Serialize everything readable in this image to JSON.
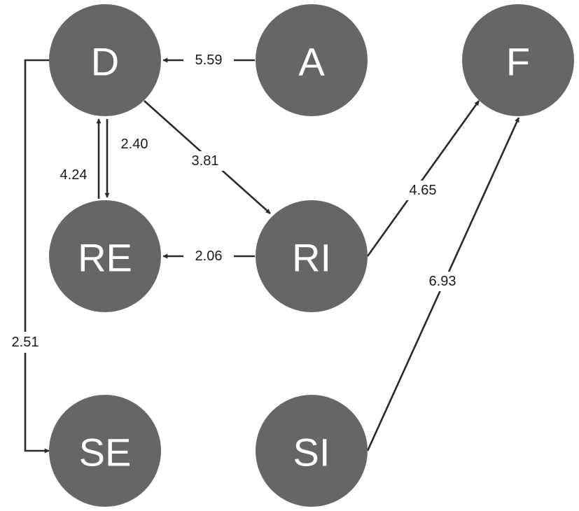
{
  "diagram": {
    "nodes": [
      {
        "id": "D",
        "label": "D"
      },
      {
        "id": "A",
        "label": "A"
      },
      {
        "id": "F",
        "label": "F"
      },
      {
        "id": "RE",
        "label": "RE"
      },
      {
        "id": "RI",
        "label": "RI"
      },
      {
        "id": "SE",
        "label": "SE"
      },
      {
        "id": "SI",
        "label": "SI"
      }
    ],
    "edges": [
      {
        "from": "A",
        "to": "D",
        "weight": "5.59"
      },
      {
        "from": "D",
        "to": "RE",
        "weight": "2.40"
      },
      {
        "from": "RE",
        "to": "D",
        "weight": "4.24"
      },
      {
        "from": "D",
        "to": "RI",
        "weight": "3.81"
      },
      {
        "from": "RI",
        "to": "RE",
        "weight": "2.06"
      },
      {
        "from": "RI",
        "to": "F",
        "weight": "4.65"
      },
      {
        "from": "SI",
        "to": "F",
        "weight": "6.93"
      },
      {
        "from": "D",
        "to": "SE",
        "weight": "2.51"
      }
    ],
    "colors": {
      "node_fill": "#666666",
      "node_text": "#ffffff",
      "edge": "#2a2a2a",
      "edge_label": "#1a1a1a"
    }
  }
}
